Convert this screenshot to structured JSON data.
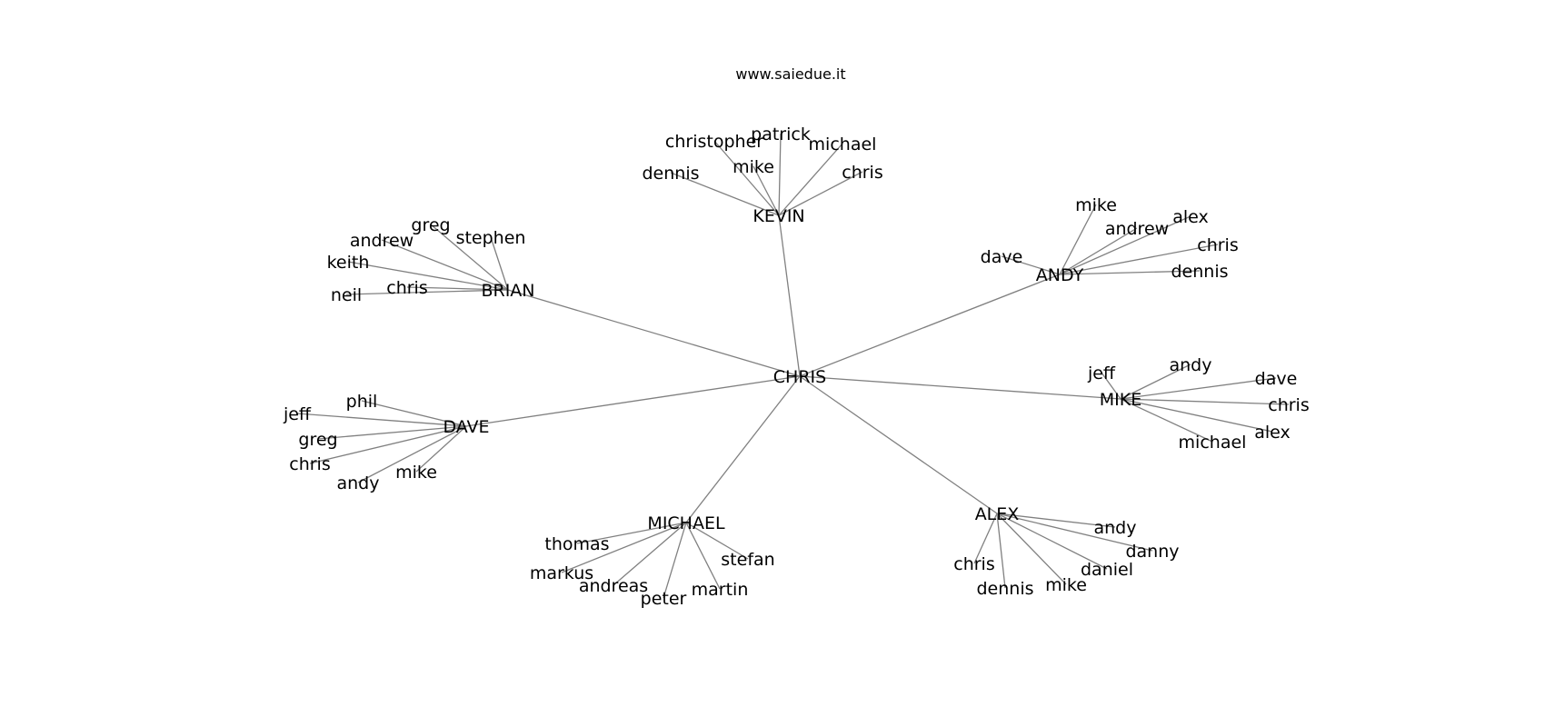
{
  "title": "www.saiedue.it",
  "root": "CHRIS",
  "clusters": [
    {
      "hub": "KEVIN",
      "leaves": [
        "christopher",
        "patrick",
        "michael",
        "mike",
        "dennis",
        "chris"
      ]
    },
    {
      "hub": "BRIAN",
      "leaves": [
        "greg",
        "stephen",
        "andrew",
        "keith",
        "chris",
        "neil"
      ]
    },
    {
      "hub": "ANDY",
      "leaves": [
        "mike",
        "alex",
        "andrew",
        "chris",
        "dave",
        "dennis"
      ]
    },
    {
      "hub": "MIKE",
      "leaves": [
        "jeff",
        "andy",
        "dave",
        "chris",
        "alex",
        "michael"
      ]
    },
    {
      "hub": "DAVE",
      "leaves": [
        "phil",
        "jeff",
        "greg",
        "chris",
        "andy",
        "mike"
      ]
    },
    {
      "hub": "MICHAEL",
      "leaves": [
        "thomas",
        "markus",
        "andreas",
        "peter",
        "martin",
        "stefan"
      ]
    },
    {
      "hub": "ALEX",
      "leaves": [
        "andy",
        "danny",
        "daniel",
        "mike",
        "dennis",
        "chris"
      ]
    }
  ]
}
